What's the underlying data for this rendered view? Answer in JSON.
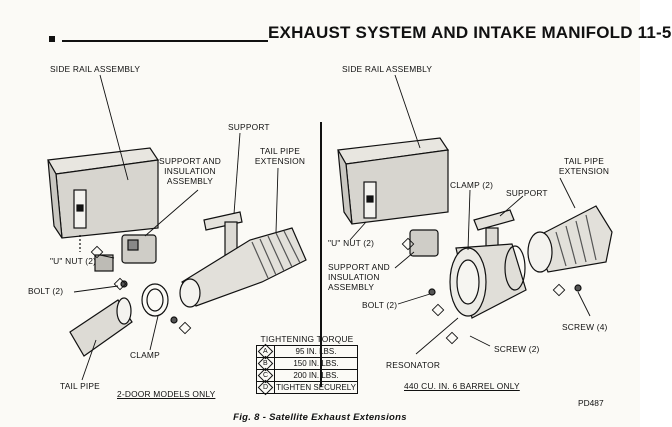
{
  "header": {
    "title": "EXHAUST SYSTEM AND INTAKE MANIFOLD 11-5"
  },
  "left": {
    "side_rail": "SIDE RAIL ASSEMBLY",
    "support": "SUPPORT",
    "support_insulation": [
      "SUPPORT AND",
      "INSULATION",
      "ASSEMBLY"
    ],
    "tail_pipe_ext": [
      "TAIL PIPE",
      "EXTENSION"
    ],
    "u_nut": "\"U\" NUT (2)",
    "bolt": "BOLT (2)",
    "clamp": "CLAMP",
    "tail_pipe": "TAIL PIPE",
    "models": "2-DOOR MODELS ONLY"
  },
  "right": {
    "side_rail": "SIDE RAIL ASSEMBLY",
    "clamp": "CLAMP (2)",
    "support": "SUPPORT",
    "tail_pipe_ext": [
      "TAIL PIPE",
      "EXTENSION"
    ],
    "u_nut": "\"U\" NUT (2)",
    "support_insulation": [
      "SUPPORT AND",
      "INSULATION",
      "ASSEMBLY"
    ],
    "bolt": "BOLT (2)",
    "resonator": "RESONATOR",
    "screw4": "SCREW (4)",
    "screw2": "SCREW (2)",
    "models": "440 CU. IN. 6 BARREL ONLY"
  },
  "torque": {
    "title": "TIGHTENING TORQUE",
    "rows": [
      {
        "key": "A",
        "value": "95 IN. LBS."
      },
      {
        "key": "B",
        "value": "150 IN. LBS."
      },
      {
        "key": "C",
        "value": "200 IN. LBS."
      },
      {
        "key": "D",
        "value": "TIGHTEN SECURELY"
      }
    ]
  },
  "figure_caption": "Fig. 8 - Satellite Exhaust Extensions",
  "figure_code": "PD487"
}
